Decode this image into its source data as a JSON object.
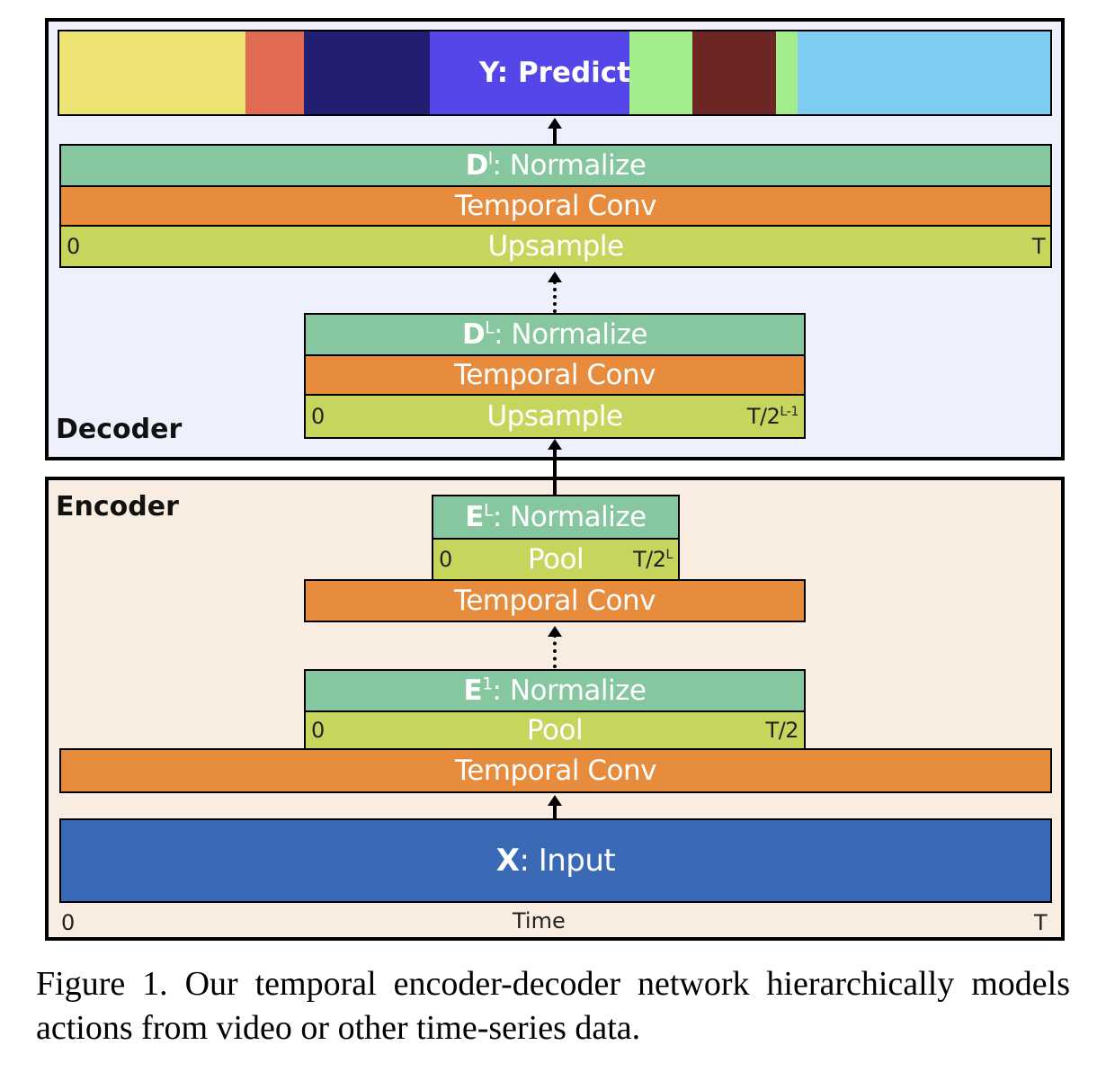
{
  "decoder": {
    "label": "Decoder",
    "prediction": {
      "label": "Y: Predict",
      "segments": [
        {
          "color": "#eee473",
          "start": 0.0,
          "end": 0.188
        },
        {
          "color": "#e06a52",
          "start": 0.188,
          "end": 0.247
        },
        {
          "color": "#221e72",
          "start": 0.247,
          "end": 0.374
        },
        {
          "color": "#5446e8",
          "start": 0.374,
          "end": 0.575
        },
        {
          "color": "#a3ee8a",
          "start": 0.575,
          "end": 0.639
        },
        {
          "color": "#6e2625",
          "start": 0.639,
          "end": 0.723
        },
        {
          "color": "#a3ee8a",
          "start": 0.723,
          "end": 0.745
        },
        {
          "color": "#80cdf2",
          "start": 0.745,
          "end": 1.0
        }
      ]
    },
    "top_layer": {
      "normalize": {
        "prefix": "D",
        "sup": "l",
        "suffix": ": Normalize"
      },
      "conv": "Temporal Conv",
      "upsample": "Upsample",
      "start": "0",
      "end": "T"
    },
    "bottom_layer": {
      "normalize": {
        "prefix": "D",
        "sup": "L",
        "suffix": ": Normalize"
      },
      "conv": "Temporal Conv",
      "upsample": "Upsample",
      "start": "0",
      "end_base": "T/2",
      "end_sup": "L-1"
    }
  },
  "encoder": {
    "label": "Encoder",
    "top_layer": {
      "normalize": {
        "prefix": "E",
        "sup": "L",
        "suffix": ": Normalize"
      },
      "pool": "Pool",
      "start": "0",
      "end_base": "T/2",
      "end_sup": "L",
      "conv": "Temporal Conv"
    },
    "bottom_layer": {
      "normalize": {
        "prefix": "E",
        "sup": "1",
        "suffix": ": Normalize"
      },
      "pool": "Pool",
      "start": "0",
      "end": "T/2",
      "conv": "Temporal Conv"
    },
    "input": {
      "prefix": "X",
      "suffix": ": Input"
    },
    "axis": {
      "start": "0",
      "label": "Time",
      "end": "T"
    }
  },
  "caption": "Figure 1. Our temporal encoder-decoder network hierarchically models actions from video or other time-series data."
}
